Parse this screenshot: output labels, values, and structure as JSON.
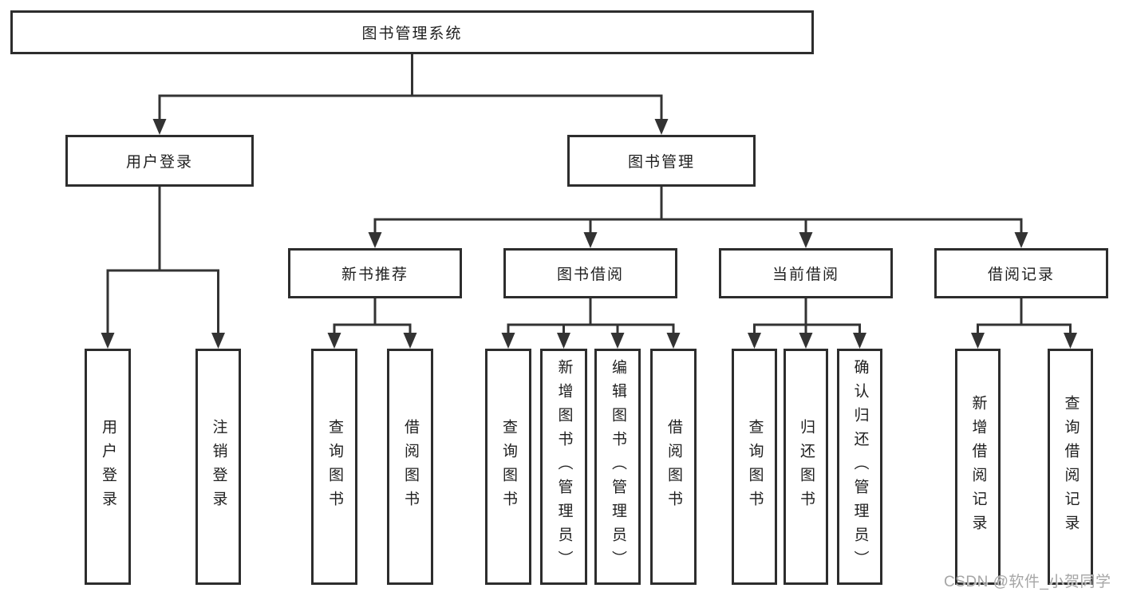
{
  "diagram_title": "图书管理系统",
  "tree": {
    "root": {
      "label": "图书管理系统"
    },
    "branches": [
      {
        "label": "用户登录",
        "children": [
          {
            "label": "用户登录"
          },
          {
            "label": "注销登录"
          }
        ]
      },
      {
        "label": "图书管理",
        "children": [
          {
            "label": "新书推荐",
            "children": [
              {
                "label": "查询图书"
              },
              {
                "label": "借阅图书"
              }
            ]
          },
          {
            "label": "图书借阅",
            "children": [
              {
                "label": "查询图书"
              },
              {
                "label": "新增图书（管理员）"
              },
              {
                "label": "编辑图书（管理员）"
              },
              {
                "label": "借阅图书"
              }
            ]
          },
          {
            "label": "当前借阅",
            "children": [
              {
                "label": "查询图书"
              },
              {
                "label": "归还图书"
              },
              {
                "label": "确认归还（管理员）"
              }
            ]
          },
          {
            "label": "借阅记录",
            "children": [
              {
                "label": "新增借阅记录"
              },
              {
                "label": "查询借阅记录"
              }
            ]
          }
        ]
      }
    ]
  },
  "watermark": "CSDN @软件_小贺同学",
  "colors": {
    "line": "#333333",
    "box_border": "#2d2d2d",
    "text": "#1f1f1f",
    "watermark": "#a6a6a6",
    "background": "#ffffff"
  }
}
